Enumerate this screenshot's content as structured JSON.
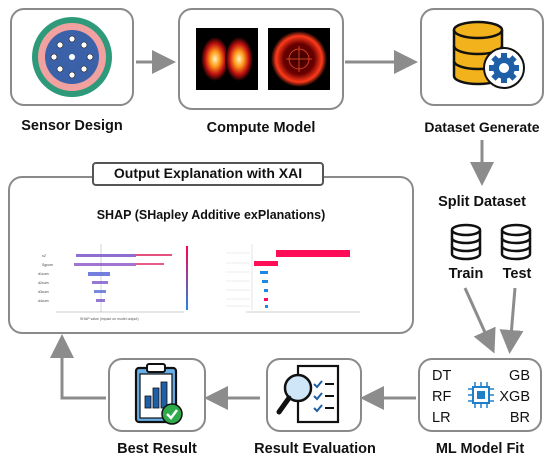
{
  "nodes": {
    "sensor_design": "Sensor Design",
    "compute_model": "Compute Model",
    "dataset_generate": "Dataset Generate",
    "split_dataset": "Split Dataset",
    "train": "Train",
    "test": "Test",
    "ml_model_fit": "ML Model Fit",
    "result_evaluation": "Result Evaluation",
    "best_result": "Best Result",
    "output_explanation": "Output Explanation with XAI",
    "shap_title": "SHAP (SHapley Additive exPlanations)"
  },
  "ml_models": {
    "left": [
      "DT",
      "RF",
      "LR"
    ],
    "right": [
      "GB",
      "XGB",
      "BR"
    ]
  },
  "shap_plot": {
    "features": [
      "n2",
      "Sgcum",
      "d1cum",
      "d2cum",
      "d3cum",
      "d4cum"
    ],
    "xlabel_left": "SHAP value (impact on model output)",
    "bar_color_hex": "#e0245e",
    "beeswarm_low_color_hex": "#1e88e5",
    "beeswarm_high_color_hex": "#ff0052"
  },
  "colors": {
    "border": "#8a8a8a",
    "arrow": "#8c8c8c",
    "db_gold": "#f2b21c",
    "gear_blue": "#1f5fa8"
  }
}
